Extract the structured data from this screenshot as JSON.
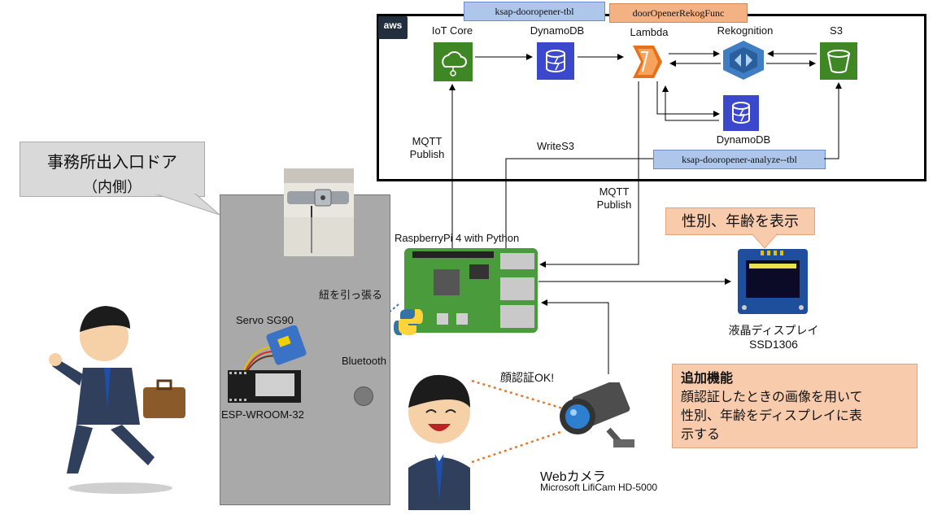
{
  "aws": {
    "logo_text": "aws"
  },
  "tags": {
    "dynamodb_table": "ksap-dooropener-tbl",
    "lambda_function": "doorOpenerRekogFunc",
    "analyze_table": "ksap-dooropener-analyze--tbl"
  },
  "services": {
    "iot_core": "IoT Core",
    "dynamodb": "DynamoDB",
    "lambda": "Lambda",
    "rekognition": "Rekognition",
    "s3": "S3",
    "dynamodb2": "DynamoDB"
  },
  "edges": {
    "mqtt_publish_1": "MQTT\nPublish",
    "writes3": "WriteS3",
    "mqtt_publish_2": "MQTT\nPublish",
    "pull_string": "紐を引っ張る",
    "bluetooth": "Bluetooth",
    "face_ok": "顔認証OK!"
  },
  "door_callout": {
    "line1": "事務所出入口ドア",
    "line2": "（内側）"
  },
  "devices": {
    "raspberry_pi": "RaspberryPi 4 with Python",
    "servo": "Servo SG90",
    "esp": "ESP-WROOM-32",
    "display_line1": "液晶ディスプレイ",
    "display_line2": "SSD1306",
    "webcam_line1": "Webカメラ",
    "webcam_line2": "Microsoft LifiCam HD-5000"
  },
  "display_callout": "性別、年齢を表示",
  "feature_box": {
    "title": "追加機能",
    "line1": "顔認証したときの画像を用いて",
    "line2": "性別、年齢をディスプレイに表",
    "line3": "示する"
  },
  "colors": {
    "iot_green": "#3f8624",
    "dynamo_blue": "#3b48cc",
    "lambda_orange": "#e7711b",
    "rekognition_blue": "#3f7ec2",
    "tag_blue": "#aec6ea",
    "tag_orange": "#f4b183",
    "feature_bg": "#f8cbad",
    "callout_gray": "#d9d9d9",
    "servo_blue": "#3a73c6",
    "pi_green": "#4a9b3b"
  }
}
